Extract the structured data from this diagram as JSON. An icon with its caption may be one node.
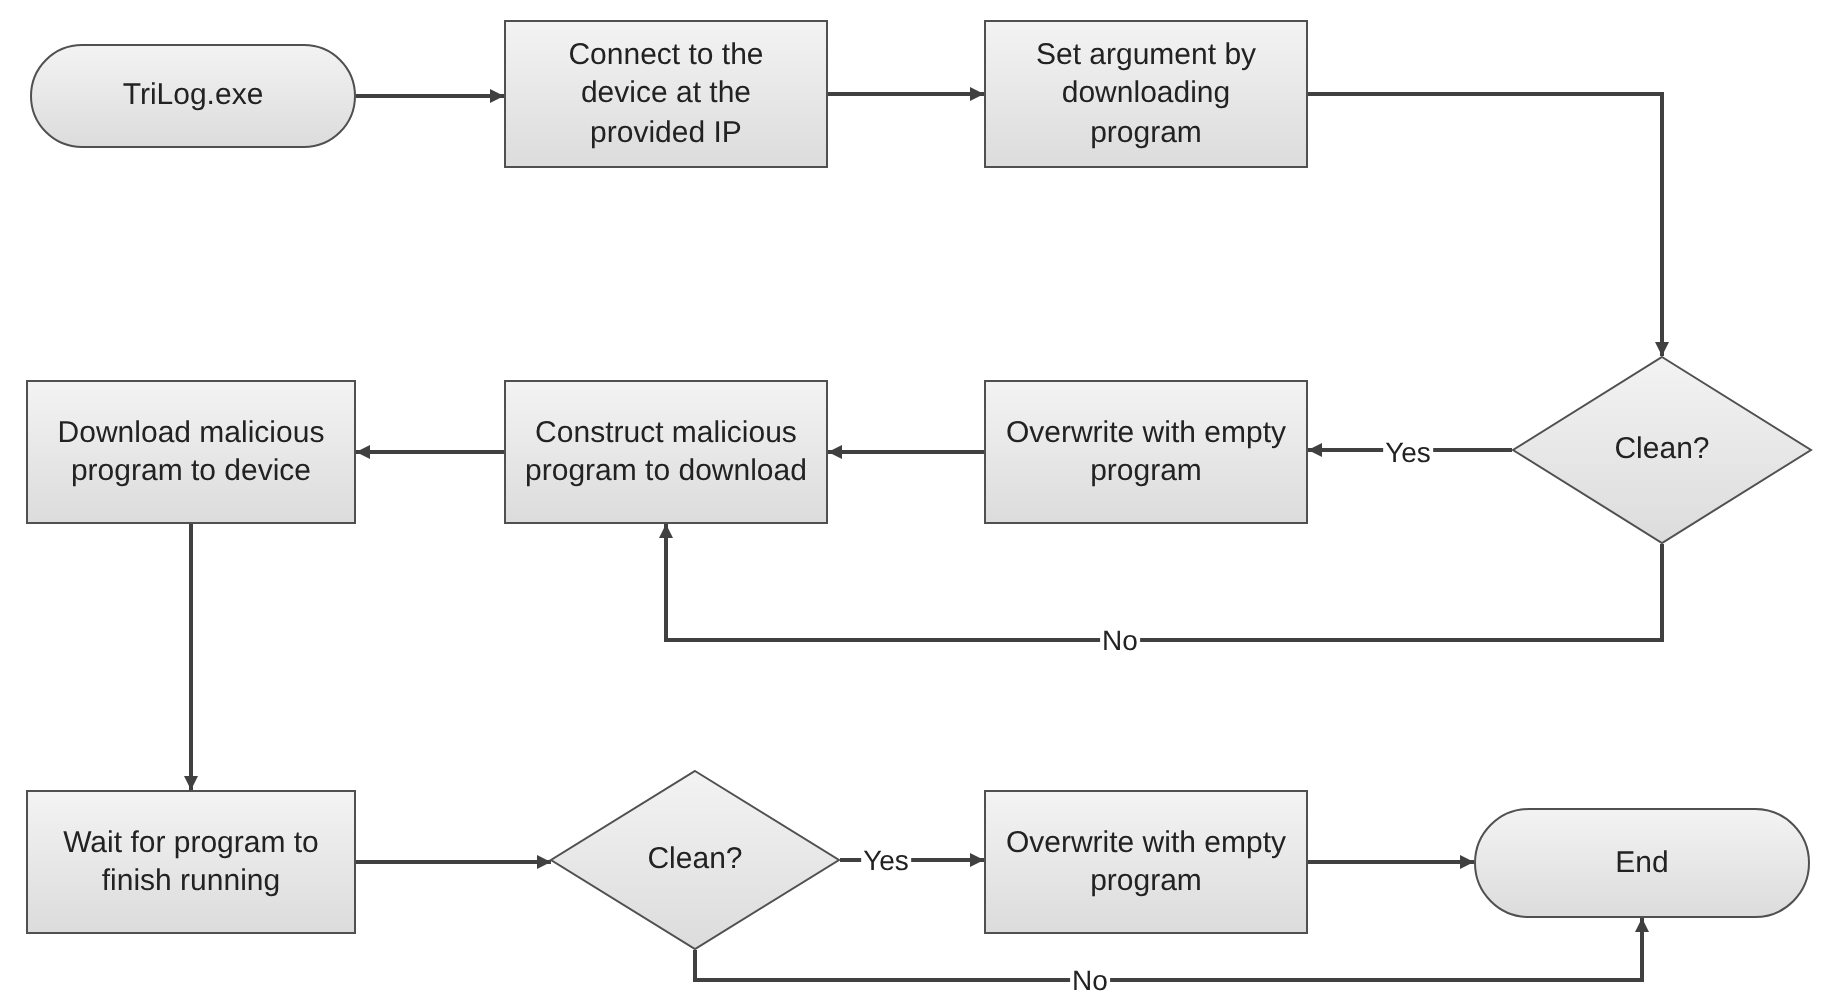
{
  "diagram": {
    "nodes": [
      {
        "text": [
          "TriLog.exe"
        ]
      },
      {
        "text": [
          "Connect to the device at the provided IP"
        ]
      },
      {
        "text": [
          "Set argument by downloading program"
        ]
      },
      {
        "text": [
          "Clean?"
        ]
      },
      {
        "text": [
          "Overwrite with empty program"
        ]
      },
      {
        "text": [
          "Construct malicious program to download"
        ]
      },
      {
        "text": [
          "Download malicious program to device"
        ]
      },
      {
        "text": [
          "Wait for program to finish running"
        ]
      },
      {
        "text": [
          "Clean?"
        ]
      },
      {
        "text": [
          "Overwrite with empty program"
        ]
      },
      {
        "text": [
          "End"
        ]
      }
    ],
    "edges": [
      {
        "from": 0,
        "to": 1,
        "arrow": "to"
      },
      {
        "from": 1,
        "to": 2,
        "arrow": "to"
      },
      {
        "from": 2,
        "to": 3,
        "arrow": "to"
      },
      {
        "from": 3,
        "to": 4,
        "arrow": "to",
        "label": "Yes"
      },
      {
        "from": 3,
        "to": 5,
        "arrow": "to",
        "label": "No"
      },
      {
        "from": 4,
        "to": 5,
        "arrow": "to"
      },
      {
        "from": 5,
        "to": 6,
        "arrow": "to"
      },
      {
        "from": 6,
        "to": 7,
        "arrow": "to"
      },
      {
        "from": 7,
        "to": 8,
        "arrow": "to"
      },
      {
        "from": 8,
        "to": 9,
        "arrow": "to",
        "label": "Yes"
      },
      {
        "from": 8,
        "to": 10,
        "arrow": "to",
        "label": "No"
      },
      {
        "from": 9,
        "to": 10,
        "arrow": "to"
      }
    ]
  }
}
